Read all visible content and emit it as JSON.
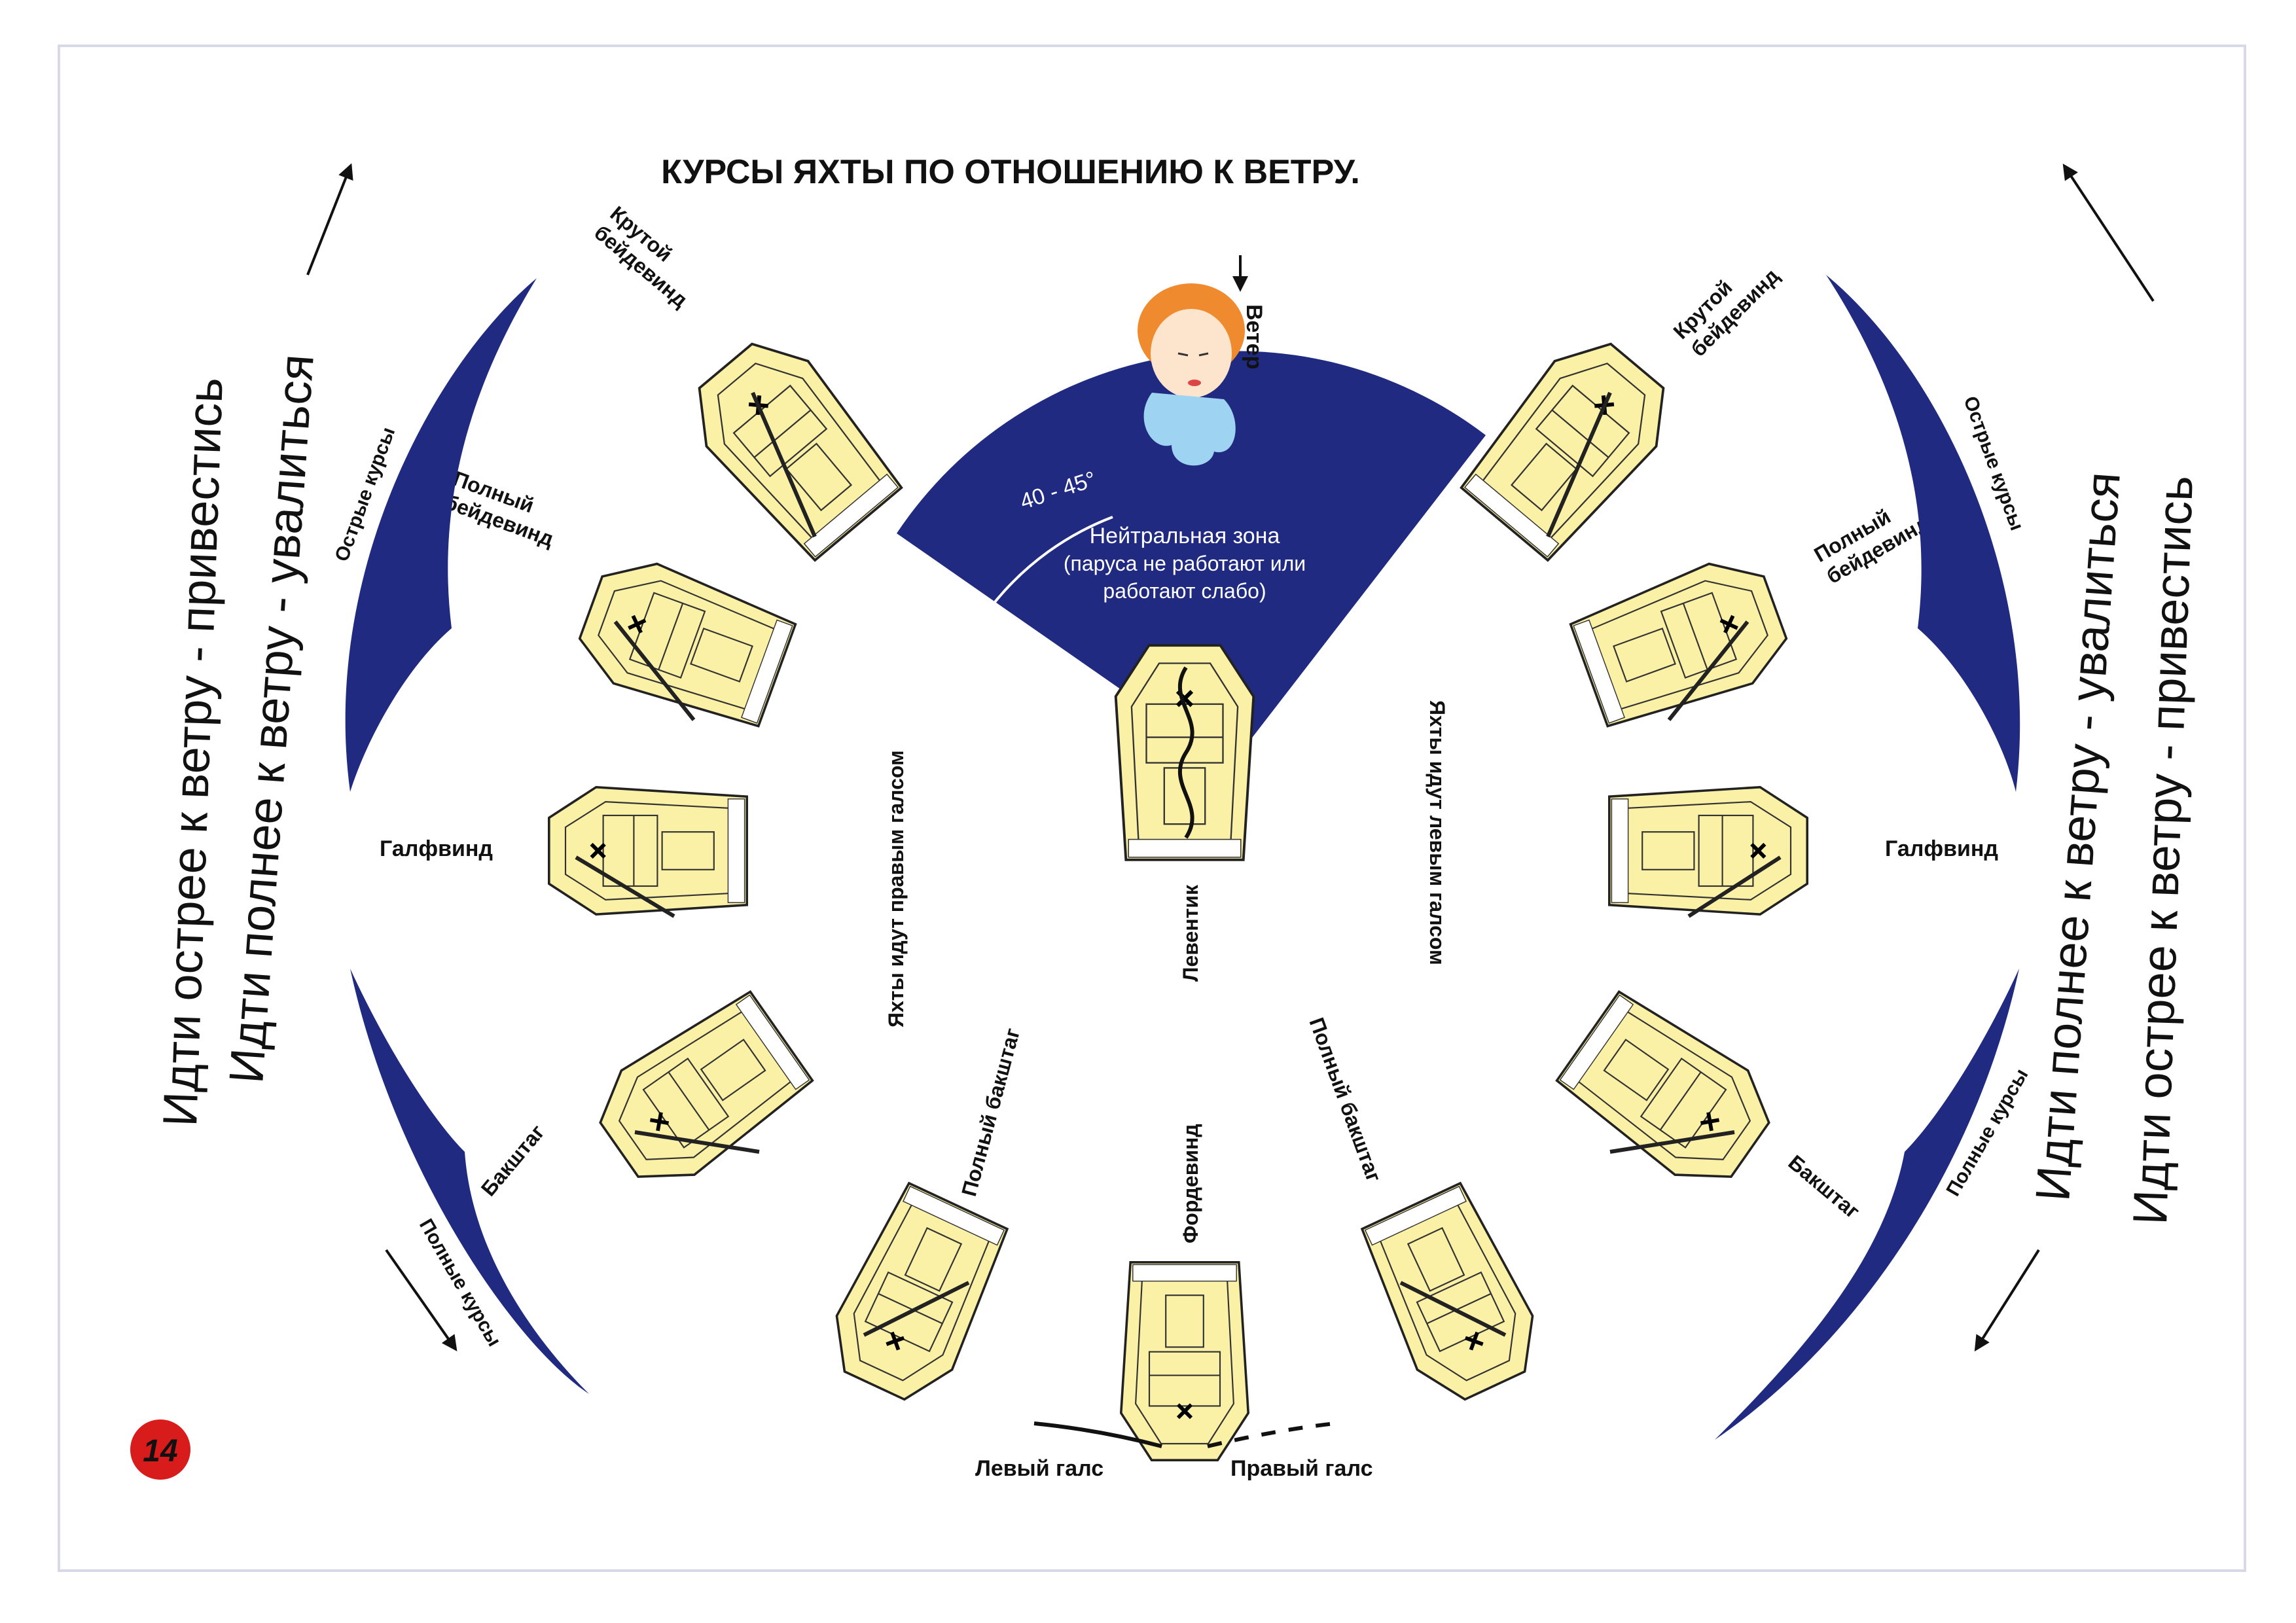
{
  "title": "КУРСЫ ЯХТЫ ПО ОТНОШЕНИЮ К ВЕТРУ.",
  "page_number": "14",
  "wind_label": "Ветер",
  "angle_label": "40 - 45°",
  "neutral_zone": {
    "line1": "Нейтральная зона",
    "line2": "(паруса не работают или",
    "line3": "работают слабо)"
  },
  "courses": {
    "close_hauled": "Крутой бейдевинд",
    "close_reach": "Полный бейдевинд",
    "beam_reach": "Галфвинд",
    "broad_reach": "Бакштаг",
    "full_broad_reach": "Полный бакштаг",
    "running": "Фордевинд",
    "in_irons": "Левентик"
  },
  "center_labels": {
    "starboard_tack_fleet": "Яхты идут правым галсом",
    "port_tack_fleet": "Яхты идут левым галсом",
    "port_tack": "Левый галс",
    "starboard_tack": "Правый галс"
  },
  "arc_labels": {
    "sharp_courses": "Острые курсы",
    "full_courses": "Полные курсы"
  },
  "big_labels": {
    "left_outer": "Идти острее к ветру - привестись",
    "left_inner": "Идти полнее к ветру - увалиться",
    "right_inner": "Идти полнее к ветру - увалиться",
    "right_outer": "Идти острее к ветру - привестись"
  },
  "colors": {
    "navy": "#1f2a80",
    "sail_yellow": "#fbf1a6",
    "hull_outline": "#222222",
    "page_badge": "#d81b1b"
  }
}
